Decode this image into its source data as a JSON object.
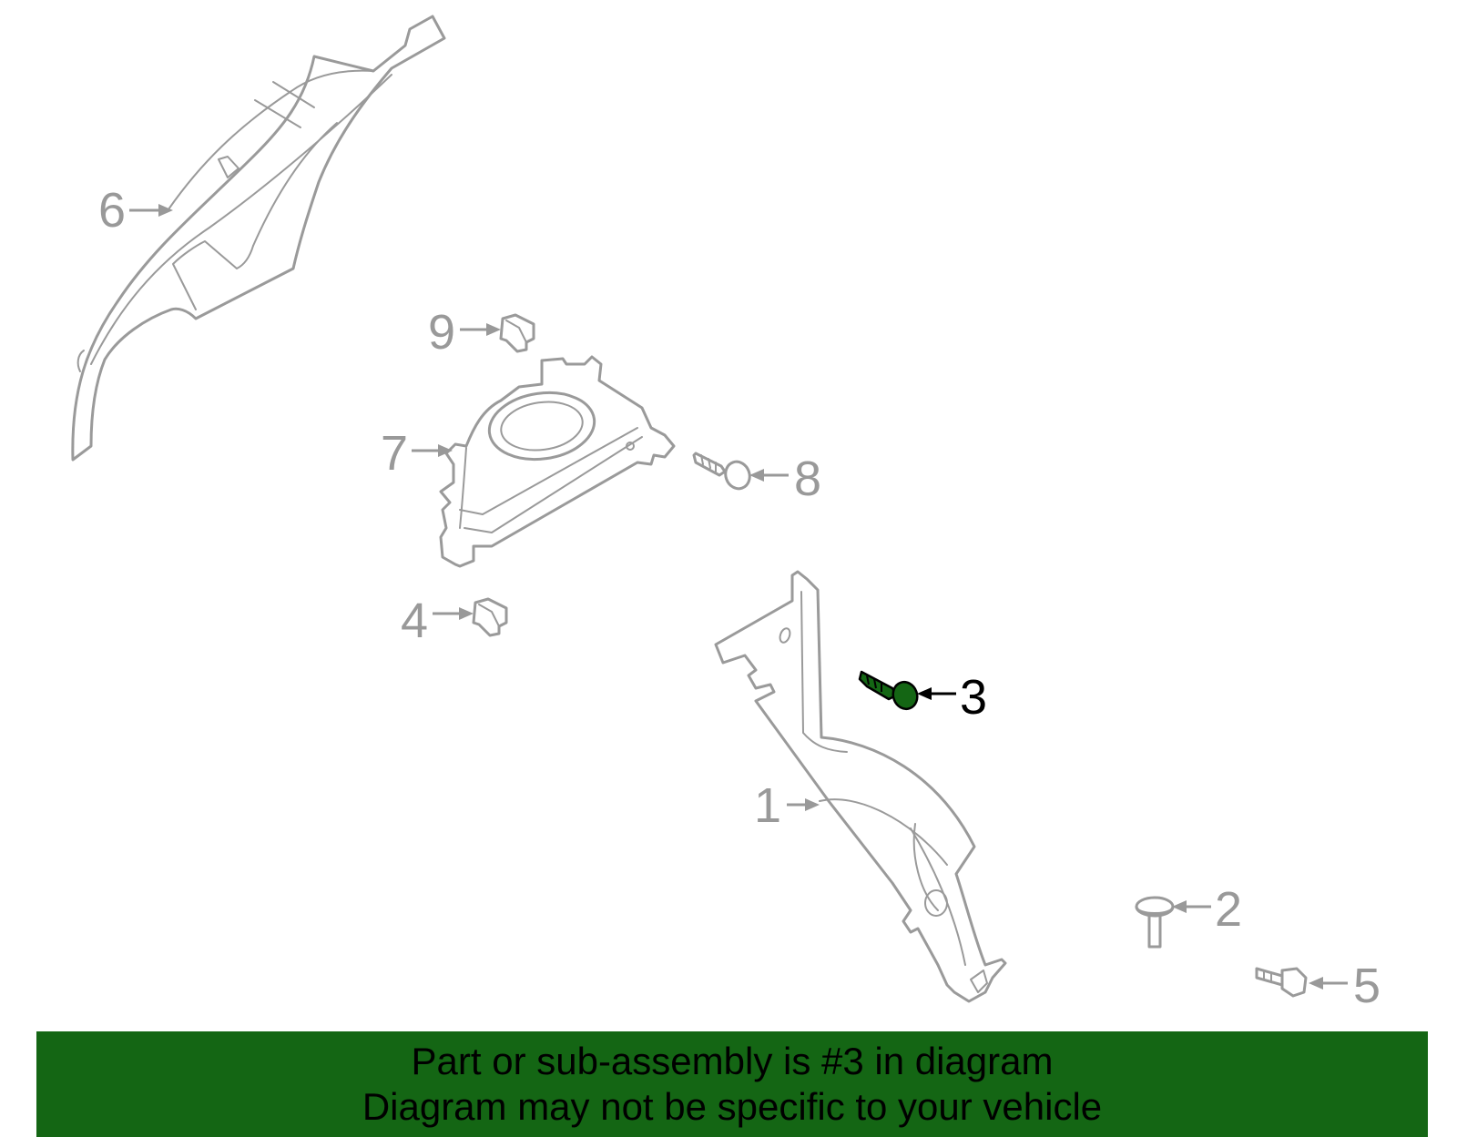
{
  "diagram": {
    "highlight_color": "#146614",
    "part_color": "#9a9a9a",
    "callouts": [
      {
        "id": "1",
        "label": "1",
        "highlighted": false
      },
      {
        "id": "2",
        "label": "2",
        "highlighted": false
      },
      {
        "id": "3",
        "label": "3",
        "highlighted": true
      },
      {
        "id": "4",
        "label": "4",
        "highlighted": false
      },
      {
        "id": "5",
        "label": "5",
        "highlighted": false
      },
      {
        "id": "6",
        "label": "6",
        "highlighted": false
      },
      {
        "id": "7",
        "label": "7",
        "highlighted": false
      },
      {
        "id": "8",
        "label": "8",
        "highlighted": false
      },
      {
        "id": "9",
        "label": "9",
        "highlighted": false
      }
    ]
  },
  "banner": {
    "line1": "Part or sub-assembly is #3 in diagram",
    "line2": "Diagram may not be specific to your vehicle",
    "background": "#146614"
  }
}
